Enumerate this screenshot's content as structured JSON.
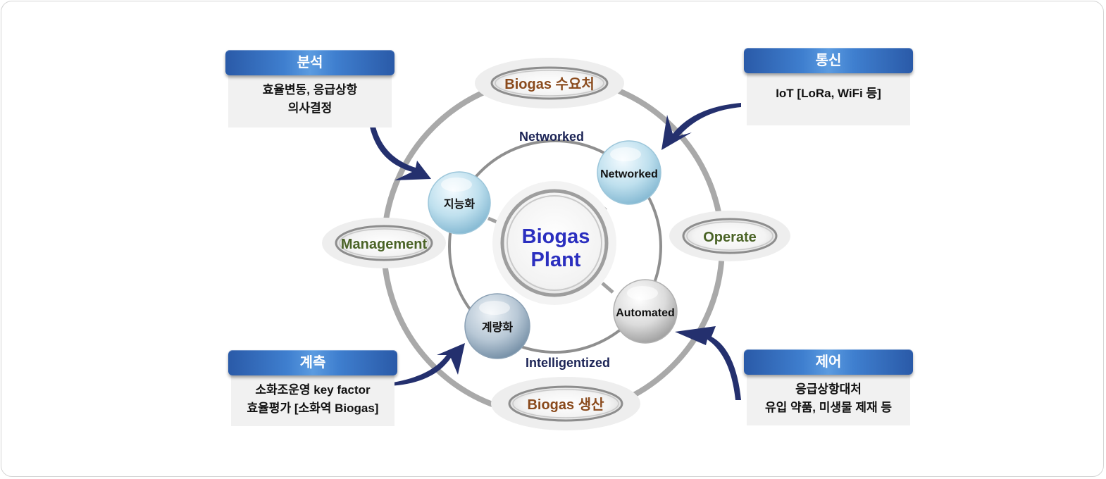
{
  "diagram": {
    "center": {
      "line1": "Biogas",
      "line2": "Plant"
    },
    "inner_nodes": [
      {
        "id": "intelligent",
        "label": "지능화"
      },
      {
        "id": "networked",
        "label": "Networked"
      },
      {
        "id": "metering",
        "label": "계량화"
      },
      {
        "id": "automated",
        "label": "Automated"
      }
    ],
    "ring_labels": {
      "top": "Networked",
      "bottom": "Intelligentized"
    },
    "outer_nodes": [
      {
        "id": "demand",
        "label": "Biogas 수요처"
      },
      {
        "id": "management",
        "label": "Management"
      },
      {
        "id": "operate",
        "label": "Operate"
      },
      {
        "id": "production",
        "label": "Biogas 생산"
      }
    ],
    "cards": [
      {
        "id": "analysis",
        "title": "분석",
        "lines": [
          "효율변동, 응급상항",
          "의사결정"
        ]
      },
      {
        "id": "communication",
        "title": "통신",
        "lines": [
          "IoT [LoRa, WiFi 등]"
        ]
      },
      {
        "id": "measurement",
        "title": "계측",
        "lines": [
          "소화조운영 key factor",
          "효율평가 [소화역 Biogas]"
        ]
      },
      {
        "id": "control",
        "title": "제어",
        "lines": [
          "응급상항대처",
          "유입 약품, 미생물 제재 등"
        ]
      }
    ],
    "colors": {
      "center_text": "#2b2fbf",
      "ring_label_text": "#1c2456",
      "outer_label_brown": "#8a4a1c",
      "outer_label_green": "#4a6326",
      "arrow": "#24306e",
      "ring": "#a9a9a9",
      "card_header": "#3a74c4"
    }
  }
}
